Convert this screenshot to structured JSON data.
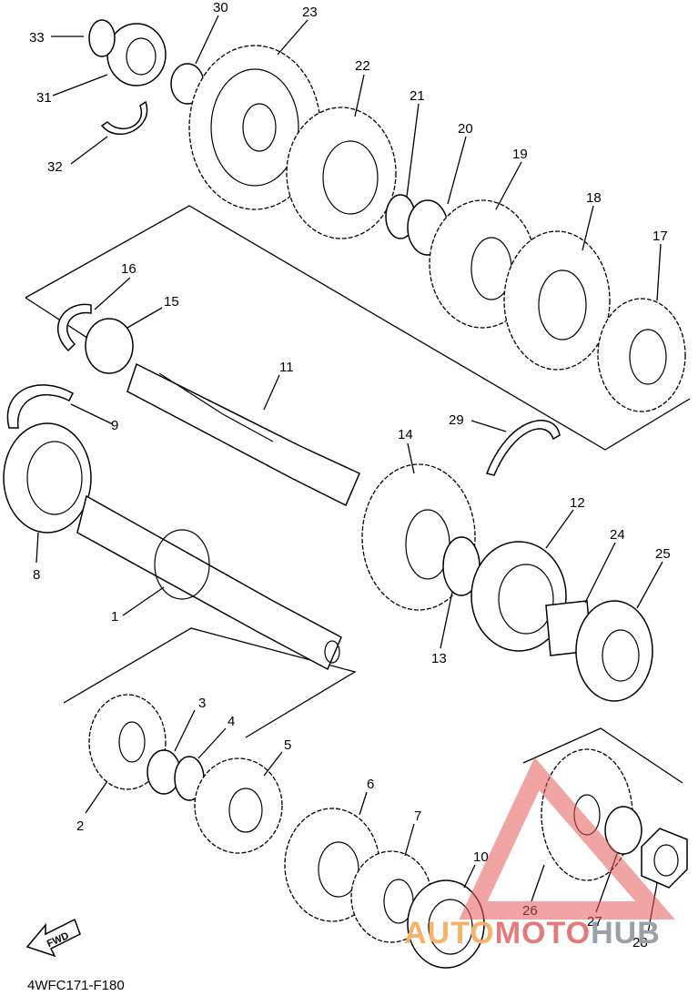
{
  "diagram": {
    "code": "4WFC171-F180",
    "fwd_label": "FWD",
    "callouts": [
      "1",
      "2",
      "3",
      "4",
      "5",
      "6",
      "7",
      "8",
      "9",
      "10",
      "11",
      "12",
      "13",
      "14",
      "15",
      "16",
      "17",
      "18",
      "19",
      "20",
      "21",
      "22",
      "23",
      "24",
      "25",
      "26",
      "27",
      "28",
      "29",
      "30",
      "31",
      "32",
      "33"
    ]
  },
  "watermark": {
    "part1": "AUTO",
    "part2": "MOTO",
    "part3": "HUB",
    "color": "#e45a5a"
  }
}
